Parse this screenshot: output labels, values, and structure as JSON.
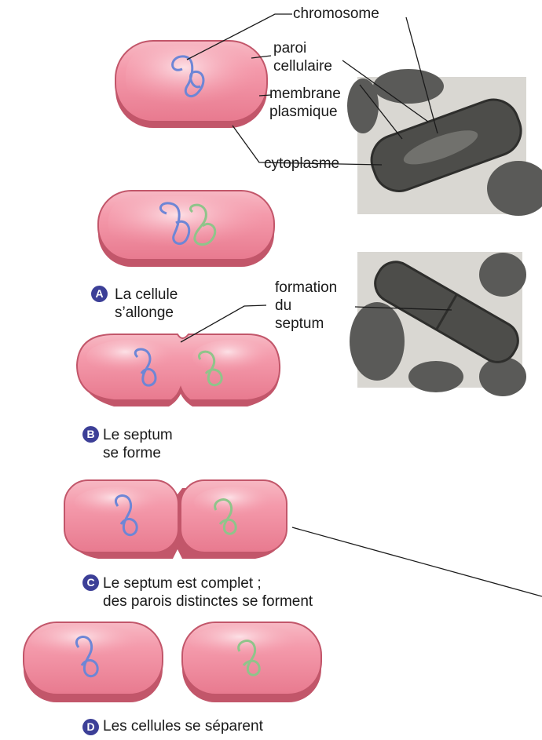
{
  "labels": {
    "chromosome": "chromosome",
    "paroi_cellulaire": "paroi\ncellulaire",
    "membrane_plasmique": "membrane\nplasmique",
    "cytoplasme": "cytoplasme",
    "formation_septum": "formation\ndu\nseptum"
  },
  "steps": [
    {
      "letter": "A",
      "caption": "La cellule\ns’allonge"
    },
    {
      "letter": "B",
      "caption": "Le septum\nse forme"
    },
    {
      "letter": "C",
      "caption": "Le septum est complet ;\ndes parois distinctes se forment"
    },
    {
      "letter": "D",
      "caption": "Les cellules se séparent"
    }
  ],
  "colors": {
    "cell_fill": "#f29aaa",
    "cell_highlight": "#fbd3da",
    "cell_wall": "#c2566a",
    "chromosome_blue": "#6d86d6",
    "chromosome_green": "#8fc48a",
    "badge": "#3c3f97",
    "micrograph_bg": "#d9d7d2",
    "micrograph_cell": "#5a5a58"
  }
}
